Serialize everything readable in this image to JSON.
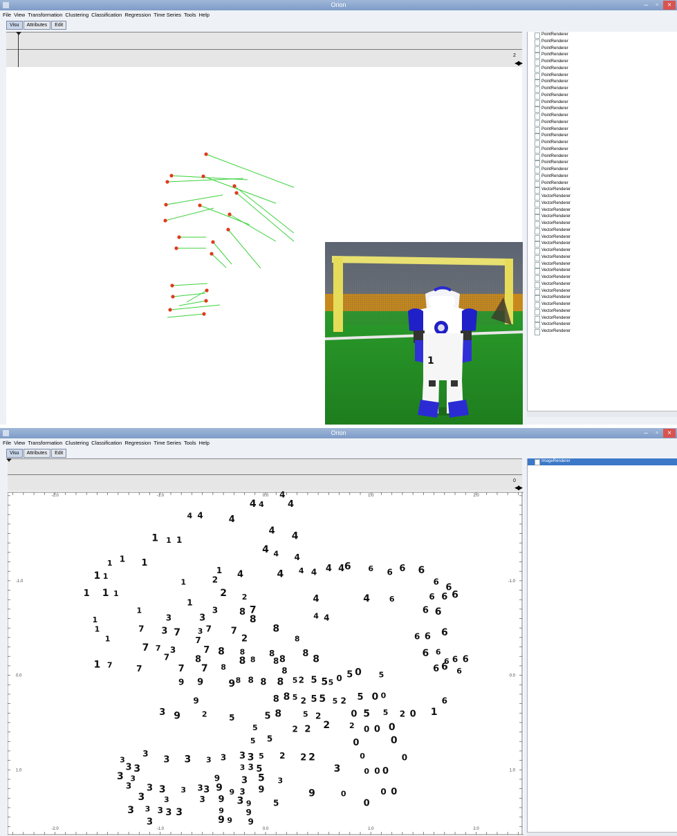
{
  "window_title": "Orion",
  "menu": [
    "File",
    "View",
    "Transformation",
    "Clustering",
    "Classification",
    "Regression",
    "Time Series",
    "Tools",
    "Help"
  ],
  "tabs": [
    "Visu",
    "Attributes",
    "Edit"
  ],
  "win_controls": {
    "minimize": "–",
    "maximize": "▫",
    "close": "×"
  },
  "top": {
    "frame_counter": "2",
    "renderers": [
      "PointRenderer",
      "PointRenderer",
      "PointRenderer",
      "PointRenderer",
      "PointRenderer",
      "PointRenderer",
      "PointRenderer",
      "PointRenderer",
      "PointRenderer",
      "PointRenderer",
      "PointRenderer",
      "PointRenderer",
      "PointRenderer",
      "PointRenderer",
      "PointRenderer",
      "PointRenderer",
      "PointRenderer",
      "PointRenderer",
      "PointRenderer",
      "PointRenderer",
      "PointRenderer",
      "PointRenderer",
      "PointRenderer",
      "VectorRenderer",
      "VectorRenderer",
      "VectorRenderer",
      "VectorRenderer",
      "VectorRenderer",
      "VectorRenderer",
      "VectorRenderer",
      "VectorRenderer",
      "VectorRenderer",
      "VectorRenderer",
      "VectorRenderer",
      "VectorRenderer",
      "VectorRenderer",
      "VectorRenderer",
      "VectorRenderer",
      "VectorRenderer",
      "VectorRenderer",
      "VectorRenderer",
      "VectorRenderer",
      "VectorRenderer",
      "VectorRenderer",
      "VectorRenderer"
    ],
    "robot_number": "1"
  },
  "bottom": {
    "frame_counter": "0",
    "renderers": [
      "ImageRenderer"
    ],
    "x_ticks": [
      "-2.0",
      "-1.0",
      "0.0",
      "1.0",
      "2.0"
    ],
    "y_ticks": [
      "-1.0",
      "0.0",
      "1.0"
    ],
    "digits": [
      {
        "t": "4",
        "x": -0.72,
        "y": -1.66
      },
      {
        "t": "4",
        "x": -0.62,
        "y": -1.66
      },
      {
        "t": "4",
        "x": -0.32,
        "y": -1.62
      },
      {
        "t": "4",
        "x": -0.12,
        "y": -1.78
      },
      {
        "t": "4",
        "x": -0.04,
        "y": -1.78
      },
      {
        "t": "4",
        "x": 0.16,
        "y": -1.88
      },
      {
        "t": "4",
        "x": 0.24,
        "y": -1.78
      },
      {
        "t": "1",
        "x": -1.05,
        "y": -1.42
      },
      {
        "t": "1",
        "x": -0.92,
        "y": -1.4
      },
      {
        "t": "1",
        "x": -0.82,
        "y": -1.4
      },
      {
        "t": "4",
        "x": 0.06,
        "y": -1.5
      },
      {
        "t": "4",
        "x": 0.28,
        "y": -1.44
      },
      {
        "t": "1",
        "x": -1.48,
        "y": -1.16
      },
      {
        "t": "1",
        "x": -1.36,
        "y": -1.2
      },
      {
        "t": "1",
        "x": -1.15,
        "y": -1.16
      },
      {
        "t": "4",
        "x": 0.0,
        "y": -1.3
      },
      {
        "t": "4",
        "x": 0.1,
        "y": -1.26
      },
      {
        "t": "4",
        "x": 0.3,
        "y": -1.22
      },
      {
        "t": "4",
        "x": 0.6,
        "y": -1.1
      },
      {
        "t": "1",
        "x": -1.6,
        "y": -1.02
      },
      {
        "t": "1",
        "x": -1.52,
        "y": -1.02
      },
      {
        "t": "1",
        "x": -0.44,
        "y": -1.08
      },
      {
        "t": "4",
        "x": -0.24,
        "y": -1.04
      },
      {
        "t": "4",
        "x": 0.14,
        "y": -1.04
      },
      {
        "t": "4",
        "x": 0.34,
        "y": -1.08
      },
      {
        "t": "4",
        "x": 0.46,
        "y": -1.06
      },
      {
        "t": "4",
        "x": 0.72,
        "y": -1.1
      },
      {
        "t": "6",
        "x": 0.78,
        "y": -1.12
      },
      {
        "t": "6",
        "x": 1.0,
        "y": -1.1
      },
      {
        "t": "6",
        "x": 1.18,
        "y": -1.06
      },
      {
        "t": "6",
        "x": 1.3,
        "y": -1.1
      },
      {
        "t": "6",
        "x": 1.48,
        "y": -1.08
      },
      {
        "t": "1",
        "x": -0.78,
        "y": -0.96
      },
      {
        "t": "2",
        "x": -0.48,
        "y": -0.98
      },
      {
        "t": "1",
        "x": -1.7,
        "y": -0.84
      },
      {
        "t": "1",
        "x": -1.52,
        "y": -0.84
      },
      {
        "t": "1",
        "x": -1.42,
        "y": -0.84
      },
      {
        "t": "6",
        "x": 1.62,
        "y": -0.96
      },
      {
        "t": "6",
        "x": 1.74,
        "y": -0.9
      },
      {
        "t": "2",
        "x": -0.4,
        "y": -0.84
      },
      {
        "t": "2",
        "x": -0.2,
        "y": -0.8
      },
      {
        "t": "1",
        "x": -0.72,
        "y": -0.74
      },
      {
        "t": "4",
        "x": 0.48,
        "y": -0.78
      },
      {
        "t": "4",
        "x": 0.96,
        "y": -0.78
      },
      {
        "t": "6",
        "x": 1.2,
        "y": -0.78
      },
      {
        "t": "6",
        "x": 1.58,
        "y": -0.8
      },
      {
        "t": "6",
        "x": 1.7,
        "y": -0.8
      },
      {
        "t": "6",
        "x": 1.8,
        "y": -0.82
      },
      {
        "t": "1",
        "x": -1.2,
        "y": -0.66
      },
      {
        "t": "3",
        "x": -0.48,
        "y": -0.66
      },
      {
        "t": "8",
        "x": -0.22,
        "y": -0.64
      },
      {
        "t": "7",
        "x": -0.12,
        "y": -0.66
      },
      {
        "t": "4",
        "x": 0.48,
        "y": -0.6
      },
      {
        "t": "4",
        "x": 0.58,
        "y": -0.58
      },
      {
        "t": "6",
        "x": 1.52,
        "y": -0.66
      },
      {
        "t": "6",
        "x": 1.64,
        "y": -0.64
      },
      {
        "t": "1",
        "x": -1.62,
        "y": -0.56
      },
      {
        "t": "3",
        "x": -0.92,
        "y": -0.58
      },
      {
        "t": "3",
        "x": -0.6,
        "y": -0.58
      },
      {
        "t": "8",
        "x": -0.12,
        "y": -0.56
      },
      {
        "t": "1",
        "x": -1.6,
        "y": -0.46
      },
      {
        "t": "7",
        "x": -1.18,
        "y": -0.46
      },
      {
        "t": "3",
        "x": -0.96,
        "y": -0.44
      },
      {
        "t": "7",
        "x": -0.84,
        "y": -0.42
      },
      {
        "t": "3",
        "x": -0.62,
        "y": -0.44
      },
      {
        "t": "7",
        "x": -0.54,
        "y": -0.46
      },
      {
        "t": "7",
        "x": -0.3,
        "y": -0.44
      },
      {
        "t": "8",
        "x": 0.1,
        "y": -0.46
      },
      {
        "t": "8",
        "x": 0.3,
        "y": -0.36
      },
      {
        "t": "6",
        "x": 1.44,
        "y": -0.38
      },
      {
        "t": "6",
        "x": 1.54,
        "y": -0.38
      },
      {
        "t": "6",
        "x": 1.7,
        "y": -0.42
      },
      {
        "t": "1",
        "x": -1.5,
        "y": -0.36
      },
      {
        "t": "7",
        "x": -0.64,
        "y": -0.34
      },
      {
        "t": "2",
        "x": -0.2,
        "y": -0.36
      },
      {
        "t": "7",
        "x": -1.14,
        "y": -0.26
      },
      {
        "t": "7",
        "x": -1.02,
        "y": -0.26
      },
      {
        "t": "3",
        "x": -0.88,
        "y": -0.24
      },
      {
        "t": "7",
        "x": -0.56,
        "y": -0.24
      },
      {
        "t": "8",
        "x": -0.42,
        "y": -0.22
      },
      {
        "t": "8",
        "x": -0.22,
        "y": -0.22
      },
      {
        "t": "8",
        "x": 0.06,
        "y": -0.2
      },
      {
        "t": "8",
        "x": 0.38,
        "y": -0.2
      },
      {
        "t": "6",
        "x": 1.52,
        "y": -0.2
      },
      {
        "t": "6",
        "x": 1.64,
        "y": -0.22
      },
      {
        "t": "7",
        "x": -0.94,
        "y": -0.16
      },
      {
        "t": "8",
        "x": -0.64,
        "y": -0.14
      },
      {
        "t": "8",
        "x": -0.22,
        "y": -0.12
      },
      {
        "t": "8",
        "x": -0.12,
        "y": -0.14
      },
      {
        "t": "8",
        "x": 0.1,
        "y": -0.12
      },
      {
        "t": "8",
        "x": 0.16,
        "y": -0.14
      },
      {
        "t": "8",
        "x": 0.48,
        "y": -0.14
      },
      {
        "t": "6",
        "x": 1.72,
        "y": -0.12
      },
      {
        "t": "6",
        "x": 1.8,
        "y": -0.14
      },
      {
        "t": "6",
        "x": 1.9,
        "y": -0.14
      },
      {
        "t": "1",
        "x": -1.6,
        "y": -0.08
      },
      {
        "t": "7",
        "x": -1.48,
        "y": -0.08
      },
      {
        "t": "7",
        "x": -1.2,
        "y": -0.04
      },
      {
        "t": "7",
        "x": -0.8,
        "y": -0.04
      },
      {
        "t": "7",
        "x": -0.58,
        "y": -0.04
      },
      {
        "t": "8",
        "x": -0.4,
        "y": -0.06
      },
      {
        "t": "8",
        "x": 0.18,
        "y": -0.02
      },
      {
        "t": "6",
        "x": 1.62,
        "y": -0.04
      },
      {
        "t": "6",
        "x": 1.7,
        "y": -0.06
      },
      {
        "t": "6",
        "x": 1.84,
        "y": -0.02
      },
      {
        "t": "9",
        "x": -0.8,
        "y": 0.1
      },
      {
        "t": "9",
        "x": -0.62,
        "y": 0.1
      },
      {
        "t": "9",
        "x": -0.32,
        "y": 0.12
      },
      {
        "t": "8",
        "x": -0.26,
        "y": 0.08
      },
      {
        "t": "8",
        "x": -0.14,
        "y": 0.08
      },
      {
        "t": "8",
        "x": -0.02,
        "y": 0.1
      },
      {
        "t": "8",
        "x": 0.14,
        "y": 0.1
      },
      {
        "t": "5",
        "x": 0.28,
        "y": 0.08
      },
      {
        "t": "2",
        "x": 0.34,
        "y": 0.08
      },
      {
        "t": "5",
        "x": 0.46,
        "y": 0.08
      },
      {
        "t": "5",
        "x": 0.56,
        "y": 0.1
      },
      {
        "t": "5",
        "x": 0.62,
        "y": 0.1
      },
      {
        "t": "0",
        "x": 0.7,
        "y": 0.06
      },
      {
        "t": "5",
        "x": 0.8,
        "y": 0.02
      },
      {
        "t": "0",
        "x": 0.88,
        "y": 0.0
      },
      {
        "t": "5",
        "x": 1.1,
        "y": 0.02
      },
      {
        "t": "9",
        "x": -0.66,
        "y": 0.3
      },
      {
        "t": "8",
        "x": 0.1,
        "y": 0.28
      },
      {
        "t": "8",
        "x": 0.2,
        "y": 0.26
      },
      {
        "t": "5",
        "x": 0.28,
        "y": 0.26
      },
      {
        "t": "2",
        "x": 0.36,
        "y": 0.3
      },
      {
        "t": "5",
        "x": 0.46,
        "y": 0.28
      },
      {
        "t": "5",
        "x": 0.54,
        "y": 0.28
      },
      {
        "t": "5",
        "x": 0.66,
        "y": 0.3
      },
      {
        "t": "2",
        "x": 0.74,
        "y": 0.3
      },
      {
        "t": "5",
        "x": 0.9,
        "y": 0.26
      },
      {
        "t": "0",
        "x": 1.04,
        "y": 0.26
      },
      {
        "t": "0",
        "x": 1.12,
        "y": 0.24
      },
      {
        "t": "6",
        "x": 1.7,
        "y": 0.3
      },
      {
        "t": "3",
        "x": -0.98,
        "y": 0.42
      },
      {
        "t": "9",
        "x": -0.84,
        "y": 0.46
      },
      {
        "t": "2",
        "x": -0.58,
        "y": 0.44
      },
      {
        "t": "5",
        "x": -0.32,
        "y": 0.48
      },
      {
        "t": "5",
        "x": 0.02,
        "y": 0.46
      },
      {
        "t": "8",
        "x": 0.12,
        "y": 0.44
      },
      {
        "t": "5",
        "x": 0.38,
        "y": 0.44
      },
      {
        "t": "2",
        "x": 0.5,
        "y": 0.46
      },
      {
        "t": "0",
        "x": 0.84,
        "y": 0.44
      },
      {
        "t": "5",
        "x": 0.96,
        "y": 0.44
      },
      {
        "t": "5",
        "x": 1.14,
        "y": 0.42
      },
      {
        "t": "2",
        "x": 1.3,
        "y": 0.44
      },
      {
        "t": "0",
        "x": 1.4,
        "y": 0.44
      },
      {
        "t": "1",
        "x": 1.6,
        "y": 0.42
      },
      {
        "t": "5",
        "x": -0.1,
        "y": 0.58
      },
      {
        "t": "2",
        "x": 0.28,
        "y": 0.6
      },
      {
        "t": "2",
        "x": 0.4,
        "y": 0.6
      },
      {
        "t": "2",
        "x": 0.58,
        "y": 0.56
      },
      {
        "t": "2",
        "x": 0.82,
        "y": 0.56
      },
      {
        "t": "0",
        "x": 0.96,
        "y": 0.6
      },
      {
        "t": "0",
        "x": 1.06,
        "y": 0.6
      },
      {
        "t": "0",
        "x": 1.2,
        "y": 0.58
      },
      {
        "t": "5",
        "x": -0.12,
        "y": 0.72
      },
      {
        "t": "5",
        "x": 0.04,
        "y": 0.7
      },
      {
        "t": "0",
        "x": 0.86,
        "y": 0.74
      },
      {
        "t": "0",
        "x": 1.22,
        "y": 0.72
      },
      {
        "t": "3",
        "x": -1.36,
        "y": 0.92
      },
      {
        "t": "3",
        "x": -1.14,
        "y": 0.86
      },
      {
        "t": "3",
        "x": -0.94,
        "y": 0.92
      },
      {
        "t": "3",
        "x": -0.74,
        "y": 0.92
      },
      {
        "t": "3",
        "x": -0.54,
        "y": 0.92
      },
      {
        "t": "3",
        "x": -0.4,
        "y": 0.9
      },
      {
        "t": "3",
        "x": -0.22,
        "y": 0.88
      },
      {
        "t": "3",
        "x": -0.14,
        "y": 0.9
      },
      {
        "t": "5",
        "x": -0.04,
        "y": 0.88
      },
      {
        "t": "2",
        "x": 0.16,
        "y": 0.88
      },
      {
        "t": "2",
        "x": 0.36,
        "y": 0.9
      },
      {
        "t": "2",
        "x": 0.44,
        "y": 0.9
      },
      {
        "t": "0",
        "x": 0.92,
        "y": 0.88
      },
      {
        "t": "0",
        "x": 1.32,
        "y": 0.9
      },
      {
        "t": "3",
        "x": -1.3,
        "y": 1.0
      },
      {
        "t": "3",
        "x": -1.22,
        "y": 1.02
      },
      {
        "t": "3",
        "x": -0.22,
        "y": 1.0
      },
      {
        "t": "3",
        "x": -0.14,
        "y": 1.0
      },
      {
        "t": "5",
        "x": -0.06,
        "y": 1.02
      },
      {
        "t": "3",
        "x": 0.68,
        "y": 1.02
      },
      {
        "t": "0",
        "x": 0.96,
        "y": 1.04
      },
      {
        "t": "0",
        "x": 1.06,
        "y": 1.04
      },
      {
        "t": "0",
        "x": 1.14,
        "y": 1.04
      },
      {
        "t": "3",
        "x": -1.38,
        "y": 1.1
      },
      {
        "t": "3",
        "x": -1.26,
        "y": 1.12
      },
      {
        "t": "9",
        "x": -0.46,
        "y": 1.12
      },
      {
        "t": "3",
        "x": -0.2,
        "y": 1.14
      },
      {
        "t": "5",
        "x": -0.04,
        "y": 1.12
      },
      {
        "t": "3",
        "x": 0.14,
        "y": 1.14
      },
      {
        "t": "3",
        "x": -1.3,
        "y": 1.2
      },
      {
        "t": "3",
        "x": -1.1,
        "y": 1.22
      },
      {
        "t": "3",
        "x": -0.98,
        "y": 1.24
      },
      {
        "t": "3",
        "x": -0.78,
        "y": 1.24
      },
      {
        "t": "3",
        "x": -0.62,
        "y": 1.22
      },
      {
        "t": "3",
        "x": -0.56,
        "y": 1.24
      },
      {
        "t": "9",
        "x": -0.44,
        "y": 1.22
      },
      {
        "t": "9",
        "x": -0.32,
        "y": 1.26
      },
      {
        "t": "3",
        "x": -0.22,
        "y": 1.26
      },
      {
        "t": "9",
        "x": -0.04,
        "y": 1.24
      },
      {
        "t": "9",
        "x": 0.44,
        "y": 1.28
      },
      {
        "t": "0",
        "x": 0.74,
        "y": 1.28
      },
      {
        "t": "0",
        "x": 1.12,
        "y": 1.26
      },
      {
        "t": "0",
        "x": 1.22,
        "y": 1.26
      },
      {
        "t": "3",
        "x": -1.18,
        "y": 1.32
      },
      {
        "t": "3",
        "x": -0.94,
        "y": 1.34
      },
      {
        "t": "3",
        "x": -0.6,
        "y": 1.34
      },
      {
        "t": "9",
        "x": -0.42,
        "y": 1.34
      },
      {
        "t": "3",
        "x": -0.24,
        "y": 1.36
      },
      {
        "t": "9",
        "x": -0.16,
        "y": 1.38
      },
      {
        "t": "5",
        "x": 0.1,
        "y": 1.38
      },
      {
        "t": "0",
        "x": 0.96,
        "y": 1.38
      },
      {
        "t": "3",
        "x": -1.28,
        "y": 1.46
      },
      {
        "t": "3",
        "x": -1.12,
        "y": 1.44
      },
      {
        "t": "3",
        "x": -1.0,
        "y": 1.46
      },
      {
        "t": "3",
        "x": -0.92,
        "y": 1.48
      },
      {
        "t": "3",
        "x": -0.82,
        "y": 1.48
      },
      {
        "t": "9",
        "x": -0.42,
        "y": 1.46
      },
      {
        "t": "9",
        "x": -0.16,
        "y": 1.48
      },
      {
        "t": "3",
        "x": -1.1,
        "y": 1.58
      },
      {
        "t": "9",
        "x": -0.42,
        "y": 1.56
      },
      {
        "t": "9",
        "x": -0.34,
        "y": 1.56
      },
      {
        "t": "9",
        "x": -0.14,
        "y": 1.58
      }
    ]
  }
}
